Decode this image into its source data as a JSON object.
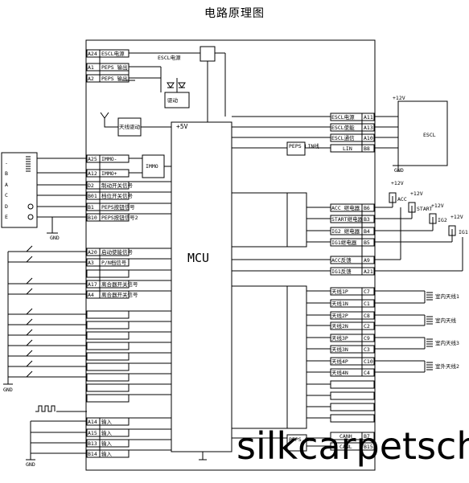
{
  "title": "电路原理图",
  "watermark": "silkcarpetsch",
  "mcu_label": "MCU",
  "supply_5v": "+5V",
  "block_labels": {
    "immo": "IMMO",
    "escl": "ESCL",
    "escl_power": "ESCL电源",
    "peps_lin": "PEPS\nLIN线",
    "driver": "驱动",
    "antenna_driver": "天线驱动",
    "peps_can": "PEPS\nCAN"
  },
  "supply_12v": [
    "+12V",
    "+12V",
    "+12V",
    "+12V",
    "+12V"
  ],
  "relay_labels": [
    "ACC",
    "START",
    "IG2",
    "IG1"
  ],
  "ground_labels": [
    "GND",
    "GND",
    "GND",
    "GND"
  ],
  "left_pins": [
    {
      "pin": "A24",
      "name": "ESCL电源"
    },
    {
      "pin": "A1",
      "name": "PEPS 输出"
    },
    {
      "pin": "A2",
      "name": "PEPS 输出"
    },
    {
      "pin": "A25",
      "name": "IMMO-"
    },
    {
      "pin": "A12",
      "name": "IMMO+"
    },
    {
      "pin": "D2",
      "name": "制动开关信号"
    },
    {
      "pin": "B01",
      "name": "档位开关信号"
    },
    {
      "pin": "B1",
      "name": "PEPS按钮信号"
    },
    {
      "pin": "B10",
      "name": "PEPS按钮信号2"
    },
    {
      "pin": "A20",
      "name": "启动使能信号"
    },
    {
      "pin": "A3",
      "name": "P/N档信号"
    },
    {
      "pin": "",
      "name": ""
    },
    {
      "pin": "A17",
      "name": "离合器开关信号"
    },
    {
      "pin": "A4",
      "name": "离合器开关信号"
    },
    {
      "pin": "",
      "name": ""
    },
    {
      "pin": "",
      "name": ""
    },
    {
      "pin": "",
      "name": ""
    },
    {
      "pin": "",
      "name": ""
    },
    {
      "pin": "",
      "name": ""
    },
    {
      "pin": "",
      "name": ""
    },
    {
      "pin": "",
      "name": ""
    },
    {
      "pin": "",
      "name": ""
    },
    {
      "pin": "",
      "name": ""
    },
    {
      "pin": "A14",
      "name": "输入"
    },
    {
      "pin": "A15",
      "name": "输入"
    },
    {
      "pin": "B13",
      "name": "输入"
    },
    {
      "pin": "B14",
      "name": "输入"
    }
  ],
  "right_pins": [
    {
      "pin": "A11",
      "name": "ESCL电源"
    },
    {
      "pin": "A13",
      "name": "ESCL使能"
    },
    {
      "pin": "A10",
      "name": "ESCL通信"
    },
    {
      "pin": "B8",
      "name": "LIN"
    },
    {
      "pin": "B6",
      "name": "ACC 继电器"
    },
    {
      "pin": "B3",
      "name": "START继电器"
    },
    {
      "pin": "B4",
      "name": "IG2 继电器"
    },
    {
      "pin": "B5",
      "name": "IG1继电器"
    },
    {
      "pin": "A9",
      "name": "ACC反馈"
    },
    {
      "pin": "A21",
      "name": "IG1反馈"
    },
    {
      "pin": "C7",
      "name": "天线1P"
    },
    {
      "pin": "C1",
      "name": "天线1N"
    },
    {
      "pin": "C8",
      "name": "天线2P"
    },
    {
      "pin": "C2",
      "name": "天线2N"
    },
    {
      "pin": "C9",
      "name": "天线3P"
    },
    {
      "pin": "C3",
      "name": "天线3N"
    },
    {
      "pin": "C10",
      "name": "天线4P"
    },
    {
      "pin": "C4",
      "name": "天线4N"
    },
    {
      "pin": "",
      "name": ""
    },
    {
      "pin": "",
      "name": ""
    },
    {
      "pin": "",
      "name": ""
    },
    {
      "pin": "",
      "name": ""
    },
    {
      "pin": "B7",
      "name": "CANH"
    },
    {
      "pin": "B15",
      "name": "CANL"
    }
  ],
  "antennas": [
    "室内天线1",
    "室内天线",
    "室内天线3",
    "室外天线2"
  ],
  "left_switch_labels": [
    "-",
    "B",
    "A",
    "C",
    "D",
    "E"
  ]
}
